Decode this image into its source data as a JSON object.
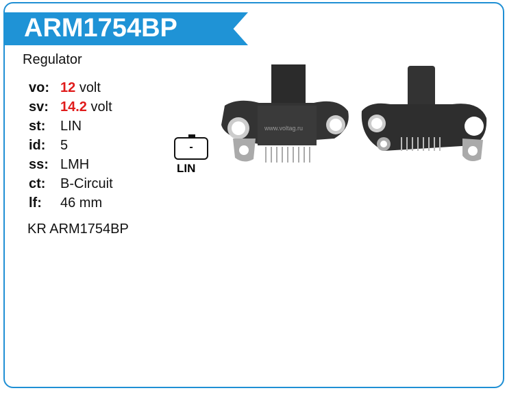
{
  "title": "ARM1754BP",
  "type": "Regulator",
  "specs": [
    {
      "key": "vo:",
      "value": "12",
      "unit": "volt"
    },
    {
      "key": "sv:",
      "value": "14.2",
      "unit": "volt"
    },
    {
      "key": "st:",
      "value": "LIN"
    },
    {
      "key": "id:",
      "value": "5"
    },
    {
      "key": "ss:",
      "value": "LMH"
    },
    {
      "key": "ct:",
      "value": "B-Circuit"
    },
    {
      "key": "lf:",
      "value": "46 mm"
    }
  ],
  "crossref": "KR ARM1754BP",
  "connector": {
    "symbol": "-",
    "label": "LIN"
  },
  "watermark": "www.voltag.ru",
  "colors": {
    "accent": "#1f93d6",
    "highlight": "#e01b1b"
  }
}
